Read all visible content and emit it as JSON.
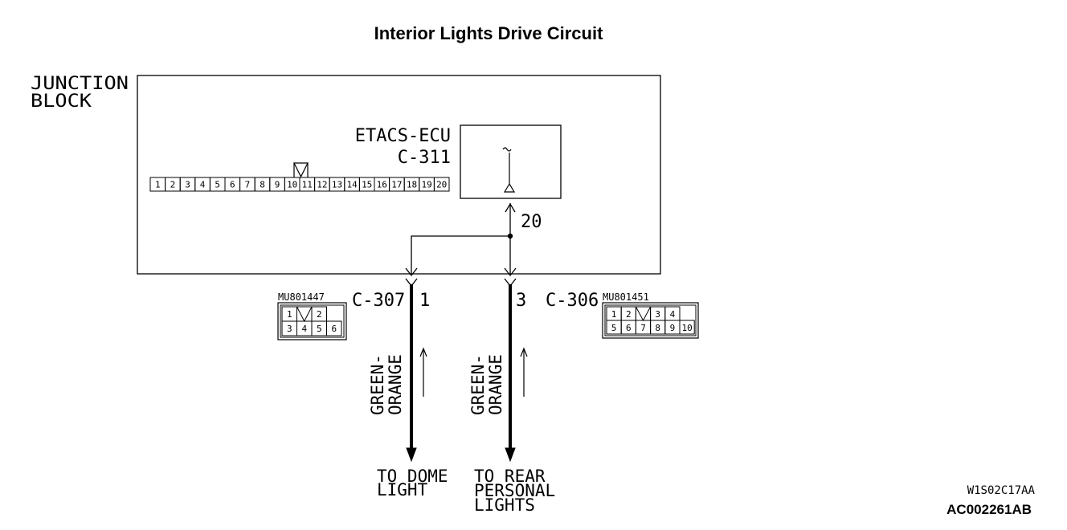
{
  "title": "Interior Lights Drive Circuit",
  "junction_block": {
    "line1": "JUNCTION",
    "line2": "BLOCK"
  },
  "ecu": {
    "name": "ETACS-ECU",
    "connector": "C-311",
    "pin": "20"
  },
  "connector_c311_pins": [
    "1",
    "2",
    "3",
    "4",
    "5",
    "6",
    "7",
    "8",
    "9",
    "10",
    "11",
    "12",
    "13",
    "14",
    "15",
    "16",
    "17",
    "18",
    "19",
    "20"
  ],
  "connector_c307": {
    "part_no": "MU801447",
    "id": "C-307",
    "pin": "1",
    "grid_top": [
      "1",
      "",
      "2"
    ],
    "grid_bottom": [
      "3",
      "4",
      "5",
      "6"
    ],
    "wire_color_line1": "GREEN-",
    "wire_color_line2": "ORANGE",
    "destination_line1": "TO DOME",
    "destination_line2": "LIGHT"
  },
  "connector_c306": {
    "part_no": "MU801451",
    "id": "C-306",
    "pin": "3",
    "grid_top": [
      "1",
      "2",
      "",
      "3",
      "4"
    ],
    "grid_bottom": [
      "5",
      "6",
      "7",
      "8",
      "9",
      "10"
    ],
    "wire_color_line1": "GREEN-",
    "wire_color_line2": "ORANGE",
    "destination_line1": "TO REAR",
    "destination_line2": "PERSONAL",
    "destination_line3": "LIGHTS"
  },
  "codes": {
    "line1": "W1S02C17AA",
    "line2": "AC002261AB"
  }
}
